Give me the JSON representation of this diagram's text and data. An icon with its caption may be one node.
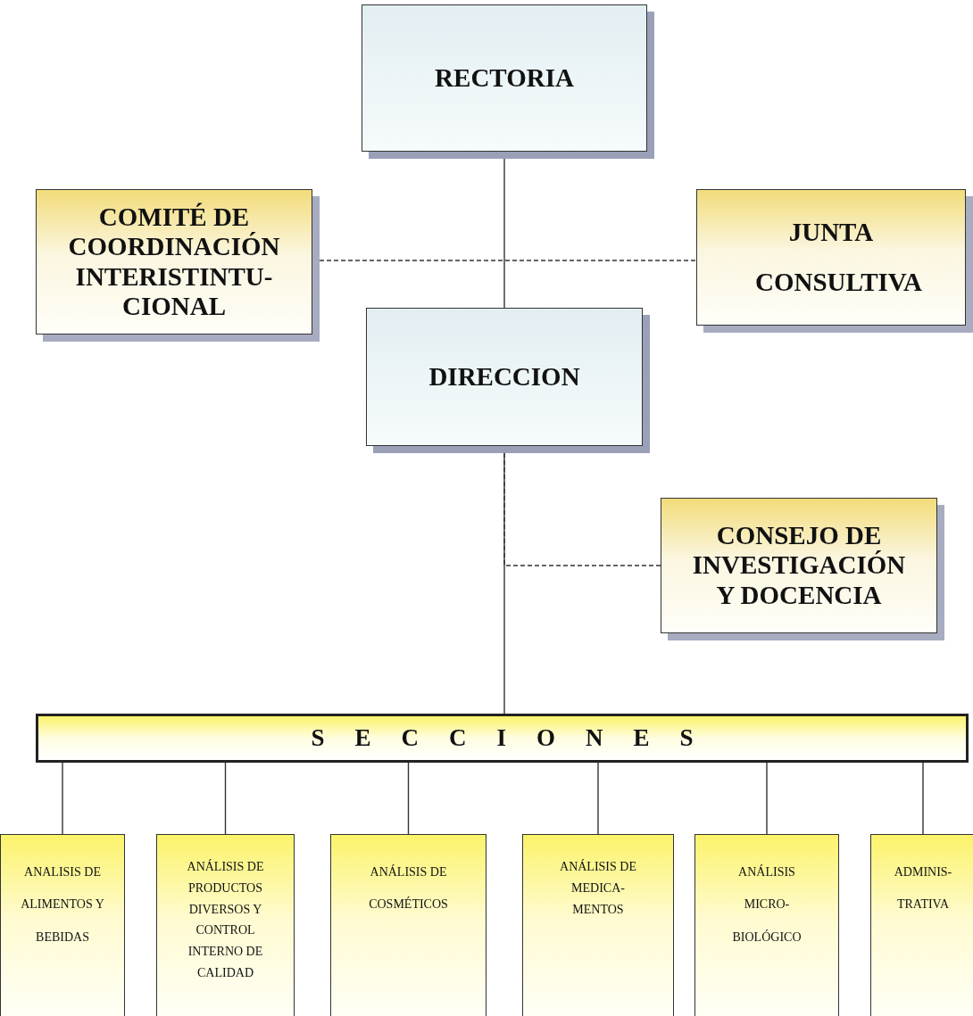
{
  "diagram": {
    "nodes": [
      {
        "text": [
          "RECTORIA"
        ]
      },
      {
        "text": [
          "COMITÉ DE COORDINACIÓN INTERISTINTU- CIONAL"
        ]
      },
      {
        "text": [
          "JUNTA CONSULTIVA"
        ]
      },
      {
        "text": [
          "DIRECCION"
        ]
      },
      {
        "text": [
          "CONSEJO DE INVESTIGACIÓN Y DOCENCIA"
        ]
      },
      {
        "text": [
          "SECCIONES"
        ]
      },
      {
        "text": [
          "ANALISIS DE ALIMENTOS Y BEBIDAS"
        ]
      },
      {
        "text": [
          "ANÁLISIS DE PRODUCTOS DIVERSOS Y CONTROL INTERNO DE CALIDAD"
        ]
      },
      {
        "text": [
          "ANÁLISIS DE COSMÉTICOS"
        ]
      },
      {
        "text": [
          "ANÁLISIS DE MEDICA- MENTOS"
        ]
      },
      {
        "text": [
          "ANÁLISIS MICRO- BIOLÓGICO"
        ]
      },
      {
        "text": [
          "ADMINIS- TRATIVA"
        ]
      }
    ],
    "edges": [
      {
        "from": 0,
        "to": 3,
        "arrow": "none"
      },
      {
        "from": 1,
        "to": 2,
        "arrow": "none",
        "style": "dashed"
      },
      {
        "from": 3,
        "to": 5,
        "arrow": "none"
      },
      {
        "from": 3,
        "to": 4,
        "arrow": "none",
        "style": "dashed"
      },
      {
        "from": 5,
        "to": 6,
        "arrow": "none"
      },
      {
        "from": 5,
        "to": 7,
        "arrow": "none"
      },
      {
        "from": 5,
        "to": 8,
        "arrow": "none"
      },
      {
        "from": 5,
        "to": 9,
        "arrow": "none"
      },
      {
        "from": 5,
        "to": 10,
        "arrow": "none"
      },
      {
        "from": 5,
        "to": 11,
        "arrow": "none"
      }
    ]
  }
}
